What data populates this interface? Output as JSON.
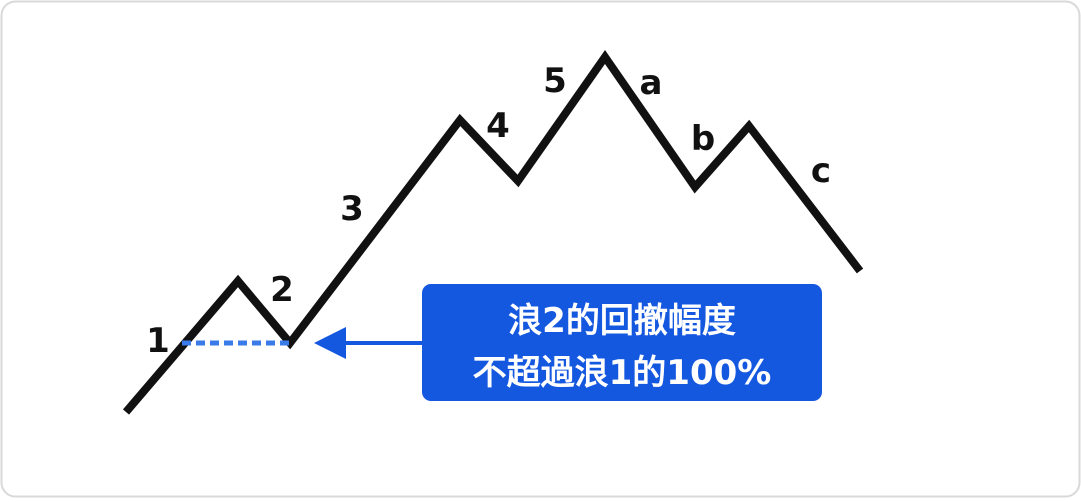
{
  "colors": {
    "background": "#ffffff",
    "border": "#d9d9d9",
    "wave": "#111111",
    "accent": "#1558e0",
    "callout_text": "#ffffff"
  },
  "wave_labels": {
    "w1": "1",
    "w2": "2",
    "w3": "3",
    "w4": "4",
    "w5": "5",
    "wa": "a",
    "wb": "b",
    "wc": "c"
  },
  "callout": {
    "line1": "浪2的回撤幅度",
    "line2": "不超過浪1的100%"
  }
}
